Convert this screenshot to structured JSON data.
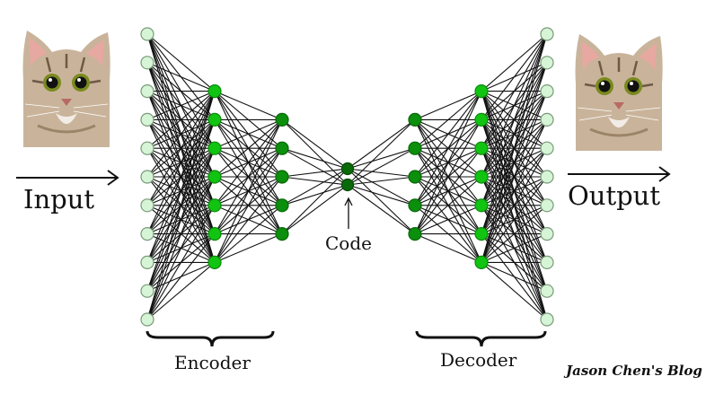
{
  "title": "Autoencoder diagram",
  "labels": {
    "input": "Input",
    "output": "Output",
    "code": "Code",
    "encoder": "Encoder",
    "decoder": "Decoder",
    "signature": "Jason Chen's Blog"
  },
  "images": {
    "input_image": "cat-photo",
    "output_image": "cat-photo"
  },
  "network": {
    "layers": [
      {
        "name": "input",
        "nodes": 11,
        "color": "#d6f5d6",
        "stroke": "#7a9a7a"
      },
      {
        "name": "encoder-hidden-1",
        "nodes": 7,
        "color": "#12c412",
        "stroke": "#0a8a0a"
      },
      {
        "name": "encoder-hidden-2",
        "nodes": 5,
        "color": "#0c8f0c",
        "stroke": "#076807"
      },
      {
        "name": "code",
        "nodes": 2,
        "color": "#0a6a0a",
        "stroke": "#054805"
      },
      {
        "name": "decoder-hidden-1",
        "nodes": 5,
        "color": "#0c8f0c",
        "stroke": "#076807"
      },
      {
        "name": "decoder-hidden-2",
        "nodes": 7,
        "color": "#12c412",
        "stroke": "#0a8a0a"
      },
      {
        "name": "output",
        "nodes": 11,
        "color": "#d6f5d6",
        "stroke": "#7a9a7a"
      }
    ],
    "connections": "fully-connected",
    "edge_color": "#111111"
  }
}
